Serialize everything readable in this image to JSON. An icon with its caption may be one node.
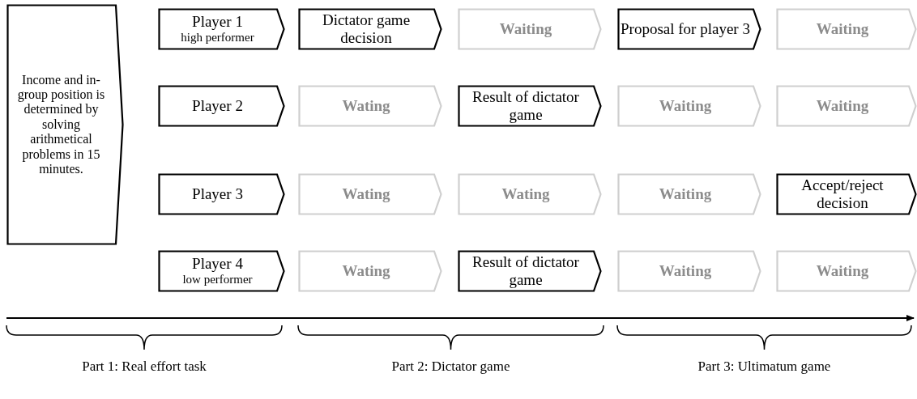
{
  "diagram": {
    "nodes": [
      {
        "text": [
          "Income and in-group position is determined by solving arithmetical problems in 15 minutes."
        ]
      },
      {
        "text": [
          "Player 1",
          "high performer"
        ]
      },
      {
        "text": [
          "Dictator game decision"
        ]
      },
      {
        "text": [
          "Waiting"
        ]
      },
      {
        "text": [
          "Proposal for player 3"
        ]
      },
      {
        "text": [
          "Waiting"
        ]
      },
      {
        "text": [
          "Player 2"
        ]
      },
      {
        "text": [
          "Wating"
        ]
      },
      {
        "text": [
          "Result of dictator game"
        ]
      },
      {
        "text": [
          "Waiting"
        ]
      },
      {
        "text": [
          "Waiting"
        ]
      },
      {
        "text": [
          "Player 3"
        ]
      },
      {
        "text": [
          "Wating"
        ]
      },
      {
        "text": [
          "Wating"
        ]
      },
      {
        "text": [
          "Waiting"
        ]
      },
      {
        "text": [
          "Accept/reject decision"
        ]
      },
      {
        "text": [
          "Player 4",
          "low performer"
        ]
      },
      {
        "text": [
          "Wating"
        ]
      },
      {
        "text": [
          "Result of dictator game"
        ]
      },
      {
        "text": [
          "Waiting"
        ]
      },
      {
        "text": [
          "Waiting"
        ]
      }
    ],
    "edges": [],
    "labels": [
      "Part 1: Real effort task",
      "Part 2: Dictator game",
      "Part 3: Ultimatum game"
    ]
  }
}
